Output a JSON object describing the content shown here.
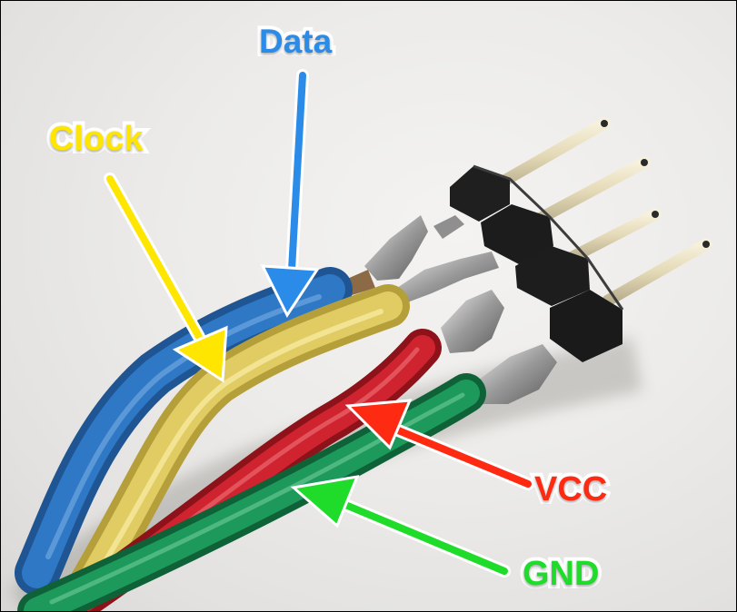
{
  "labels": {
    "data": {
      "text": "Data",
      "color": "#2b8be8"
    },
    "clock": {
      "text": "Clock",
      "color": "#ffe600"
    },
    "vcc": {
      "text": "VCC",
      "color": "#ff2a12"
    },
    "gnd": {
      "text": "GND",
      "color": "#1fdc2a"
    }
  },
  "wire_colors": {
    "blue": "#2a69ad",
    "yellow": "#d9c45a",
    "red": "#c21d26",
    "green": "#1a8b52"
  },
  "header_pin_count": 4
}
